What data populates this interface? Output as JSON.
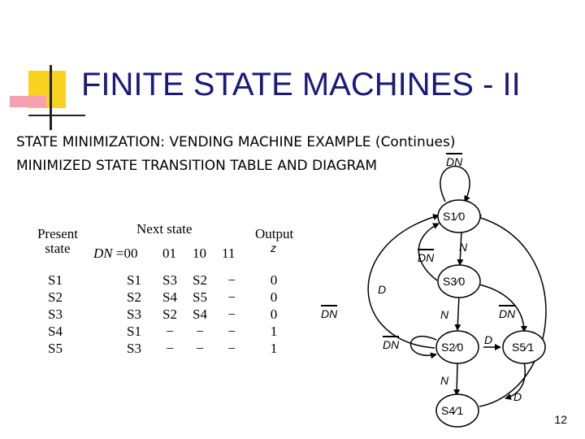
{
  "slide": {
    "title": "FINITE STATE MACHINES - II",
    "subtitle1": "STATE MINIMIZATION: VENDING MACHINE EXAMPLE (Continues)",
    "subtitle2": "MINIMIZED STATE TRANSITION TABLE AND DIAGRAM",
    "page_number": "12"
  },
  "table": {
    "present_state_header": [
      "Present",
      "state"
    ],
    "next_state_header": "Next state",
    "input_dn_prefix": "DN",
    "input_columns": [
      "=00",
      "01",
      "10",
      "11"
    ],
    "output_header": "Output",
    "output_var": "z",
    "present_states": [
      "S1",
      "S2",
      "S3",
      "S4",
      "S5"
    ],
    "next_00": [
      "S1",
      "S2",
      "S3",
      "S1",
      "S3"
    ],
    "next_01": [
      "S3",
      "S4",
      "S2",
      "−",
      "−"
    ],
    "next_10": [
      "S2",
      "S5",
      "S4",
      "−",
      "−"
    ],
    "next_11": [
      "−",
      "−",
      "−",
      "−",
      "−"
    ],
    "outputs": [
      "0",
      "0",
      "0",
      "1",
      "1"
    ]
  },
  "diagram": {
    "states": [
      {
        "label": "S1⁄0"
      },
      {
        "label": "S3⁄0"
      },
      {
        "label": "S2⁄0"
      },
      {
        "label": "S5⁄1"
      },
      {
        "label": "S4⁄1"
      }
    ],
    "edge_labels": {
      "self_loop_s1": "DN",
      "s1_to_s3": "N",
      "s3_to_s1": "DN",
      "s3_to_s1_d": "D",
      "s4_s5_to_s1": "DN",
      "s3_to_s2": "N",
      "s2_self": "DN",
      "s3_s5": "DN",
      "s2_to_s5": "D",
      "s2_to_s4": "N",
      "s4_d": "D"
    }
  }
}
